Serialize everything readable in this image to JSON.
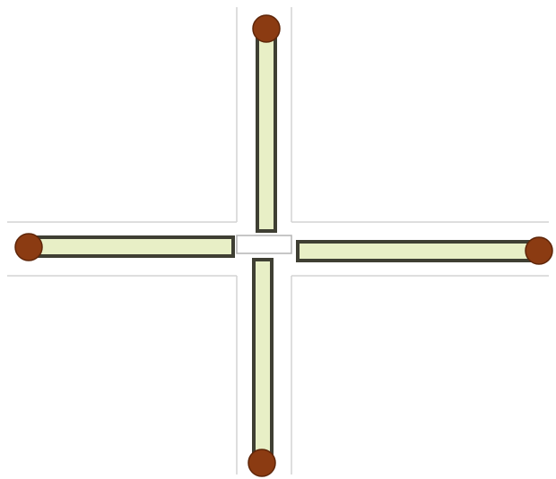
{
  "puzzle": {
    "type": "matchstick-cross",
    "match_count": 4,
    "colors": {
      "background": "#ffffff",
      "guide_line": "#d4d4d4",
      "match_stick_fill": "#e8efc6",
      "match_stick_border": "#3f3f33",
      "match_head": "#8b3b12",
      "match_head_border": "#5e2508",
      "center_box_fill": "#ffffff",
      "center_box_border": "#b4b4b4"
    },
    "matches": [
      {
        "id": "top",
        "direction": "up-head"
      },
      {
        "id": "bottom",
        "direction": "down-head"
      },
      {
        "id": "left",
        "direction": "left-head"
      },
      {
        "id": "right",
        "direction": "right-head"
      }
    ]
  }
}
